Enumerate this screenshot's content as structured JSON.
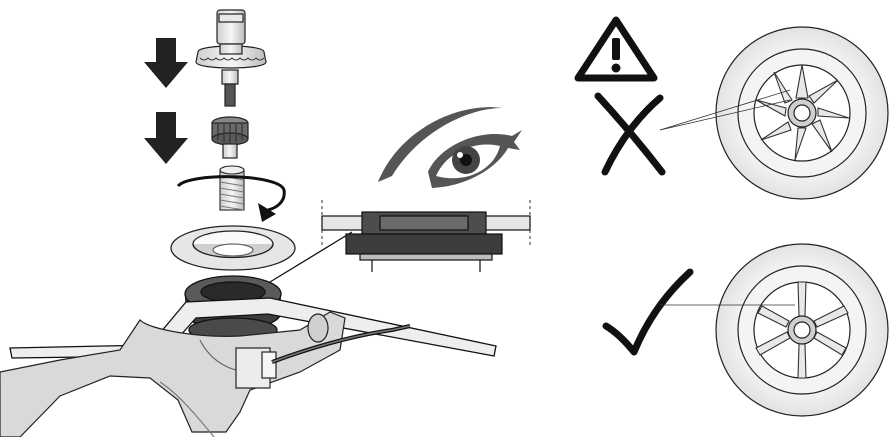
{
  "figure": {
    "steps": [
      {
        "id": "insert-tool",
        "icon": "down-arrow-icon"
      },
      {
        "id": "insert-nut",
        "icon": "down-arrow-icon"
      },
      {
        "id": "screw-in",
        "icon": "clockwise-arrow-icon"
      }
    ],
    "inspection": {
      "icon": "eye-icon"
    },
    "warning": {
      "icon": "warning-triangle-icon",
      "symbol": "!"
    },
    "examples": [
      {
        "verdict": "incorrect",
        "icon": "cross-mark-icon",
        "spokes": "misaligned"
      },
      {
        "verdict": "correct",
        "icon": "check-mark-icon",
        "spokes": "aligned"
      }
    ],
    "colors": {
      "line": "#111111",
      "dark_gray": "#4a4a4a",
      "mid_gray": "#8a8a8a",
      "light_gray": "#d9d9d9",
      "disk_fill": "#f0f0f0",
      "background": "#ffffff"
    }
  }
}
